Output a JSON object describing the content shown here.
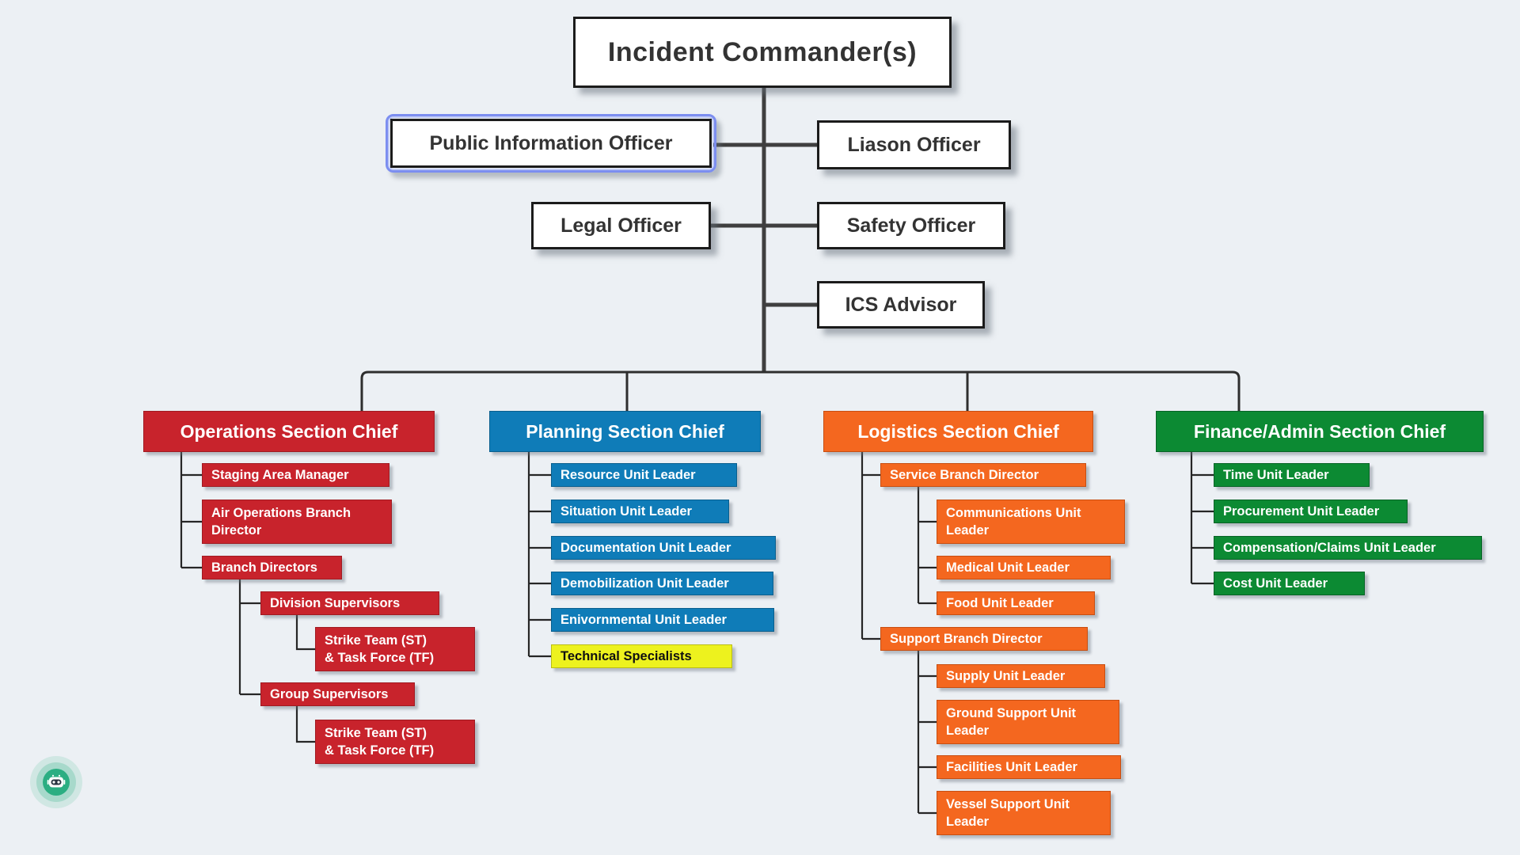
{
  "colors": {
    "background": "#ECF0F4",
    "operations_red": "#C8232C",
    "planning_blue": "#0F7CB8",
    "logistics_orange": "#F4671F",
    "finance_green": "#0C8A33",
    "specialist_yellow": "#EDF21E",
    "selection_blue": "#7C8EF0",
    "connector_dark": "#3F3F3F",
    "assistant_green": "#2BAE82"
  },
  "root": {
    "label": "Incident Commander(s)"
  },
  "officers": {
    "pio": {
      "label": "Public Information Officer",
      "selected": true
    },
    "liason": {
      "label": "Liason Officer"
    },
    "legal": {
      "label": "Legal Officer"
    },
    "safety": {
      "label": "Safety Officer"
    },
    "ics": {
      "label": "ICS Advisor"
    }
  },
  "sections": {
    "operations": {
      "label": "Operations Section Chief",
      "color": "#C8232C",
      "children": [
        {
          "label": "Staging Area Manager"
        },
        {
          "label": "Air Operations Branch\nDirector"
        },
        {
          "label": "Branch Directors"
        },
        {
          "label": "Division Supervisors"
        },
        {
          "label": "Strike Team (ST)\n& Task Force (TF)"
        },
        {
          "label": "Group Supervisors"
        },
        {
          "label": "Strike Team (ST)\n& Task Force (TF)"
        }
      ]
    },
    "planning": {
      "label": "Planning Section Chief",
      "color": "#0F7CB8",
      "children": [
        {
          "label": "Resource Unit Leader"
        },
        {
          "label": "Situation Unit Leader"
        },
        {
          "label": "Documentation Unit Leader"
        },
        {
          "label": "Demobilization Unit Leader"
        },
        {
          "label": "Enivornmental Unit Leader"
        },
        {
          "label": "Technical Specialists",
          "accent": "#EDF21E"
        }
      ]
    },
    "logistics": {
      "label": "Logistics Section Chief",
      "color": "#F4671F",
      "children": [
        {
          "label": "Service Branch Director"
        },
        {
          "label": "Communications Unit\nLeader"
        },
        {
          "label": "Medical Unit Leader"
        },
        {
          "label": "Food Unit Leader"
        },
        {
          "label": "Support Branch Director"
        },
        {
          "label": "Supply Unit Leader"
        },
        {
          "label": "Ground Support Unit\nLeader"
        },
        {
          "label": "Facilities Unit Leader"
        },
        {
          "label": "Vessel Support Unit\nLeader"
        }
      ]
    },
    "finance": {
      "label": "Finance/Admin Section Chief",
      "color": "#0C8A33",
      "children": [
        {
          "label": "Time Unit Leader"
        },
        {
          "label": "Procurement Unit Leader"
        },
        {
          "label": "Compensation/Claims Unit Leader"
        },
        {
          "label": "Cost Unit Leader"
        }
      ]
    }
  },
  "assistant": {
    "icon": "robot-chat-icon",
    "color": "#2BAE82"
  }
}
